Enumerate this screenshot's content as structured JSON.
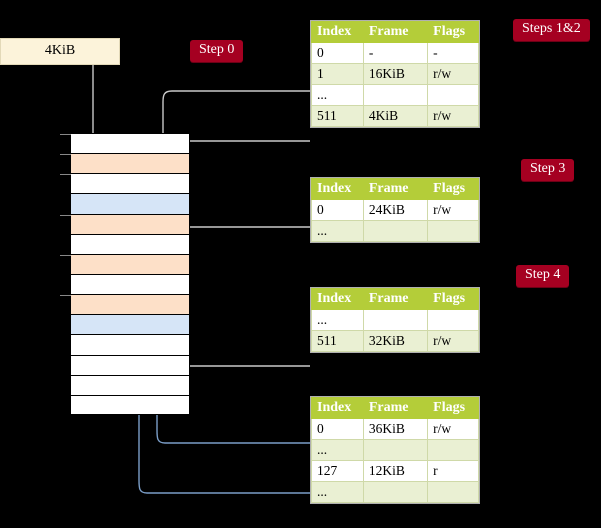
{
  "diagram": {
    "title_badges": [
      {
        "name": "step-0",
        "label": "Step 0"
      },
      {
        "name": "steps-1-2",
        "label": "Steps 1&2"
      },
      {
        "name": "step-3",
        "label": "Step 3"
      },
      {
        "name": "step-4",
        "label": "Step 4"
      }
    ],
    "virtual_page": {
      "label": "4KiB"
    },
    "columns": [
      "Index",
      "Frame",
      "Flags"
    ],
    "tables": [
      {
        "name": "level4-table",
        "headers": [
          "Index",
          "Frame",
          "Flags"
        ],
        "rows": [
          {
            "index": "0",
            "frame": "-",
            "flags": "-",
            "style": "plain",
            "highlight": false
          },
          {
            "index": "1",
            "frame": "16KiB",
            "flags": "r/w",
            "style": "alt",
            "highlight": false
          },
          {
            "index": "...",
            "frame": "",
            "flags": "",
            "style": "plain",
            "highlight": false
          },
          {
            "index": "511",
            "frame": "4KiB",
            "flags": "r/w",
            "style": "alt",
            "highlight": true
          }
        ]
      },
      {
        "name": "level3-table",
        "headers": [
          "Index",
          "Frame",
          "Flags"
        ],
        "rows": [
          {
            "index": "0",
            "frame": "24KiB",
            "flags": "r/w",
            "style": "plain",
            "highlight": false
          },
          {
            "index": "...",
            "frame": "",
            "flags": "",
            "style": "alt",
            "highlight": false
          }
        ]
      },
      {
        "name": "level2-table",
        "headers": [
          "Index",
          "Frame",
          "Flags"
        ],
        "rows": [
          {
            "index": "...",
            "frame": "",
            "flags": "",
            "style": "plain",
            "highlight": false
          },
          {
            "index": "511",
            "frame": "32KiB",
            "flags": "r/w",
            "style": "alt",
            "highlight": false
          }
        ]
      },
      {
        "name": "level1-table",
        "headers": [
          "Index",
          "Frame",
          "Flags"
        ],
        "rows": [
          {
            "index": "0",
            "frame": "36KiB",
            "flags": "r/w",
            "style": "plain",
            "highlight": false
          },
          {
            "index": "...",
            "frame": "",
            "flags": "",
            "style": "alt",
            "highlight": false
          },
          {
            "index": "127",
            "frame": "12KiB",
            "flags": "r",
            "style": "plain",
            "highlight": false
          },
          {
            "index": "...",
            "frame": "",
            "flags": "",
            "style": "alt",
            "highlight": false
          }
        ]
      }
    ],
    "memory_rows": [
      {
        "fill": "white"
      },
      {
        "fill": "orange"
      },
      {
        "fill": "white"
      },
      {
        "fill": "blue"
      },
      {
        "fill": "orange"
      },
      {
        "fill": "white"
      },
      {
        "fill": "orange"
      },
      {
        "fill": "white"
      },
      {
        "fill": "orange"
      },
      {
        "fill": "blue"
      },
      {
        "fill": "white"
      },
      {
        "fill": "white"
      },
      {
        "fill": "white"
      },
      {
        "fill": "white"
      }
    ],
    "colors": {
      "badge": "#a50021",
      "header": "#b4cd39",
      "alt_row": "#eaf0d3",
      "highlight": "#fbf7a8",
      "virtual_page": "#fcf3da",
      "frame_orange": "#fde0c8",
      "frame_blue": "#d6e5f7",
      "wire_grey": "#c9c9c9",
      "wire_blue": "#7b9ec8",
      "background": "#000000"
    }
  }
}
